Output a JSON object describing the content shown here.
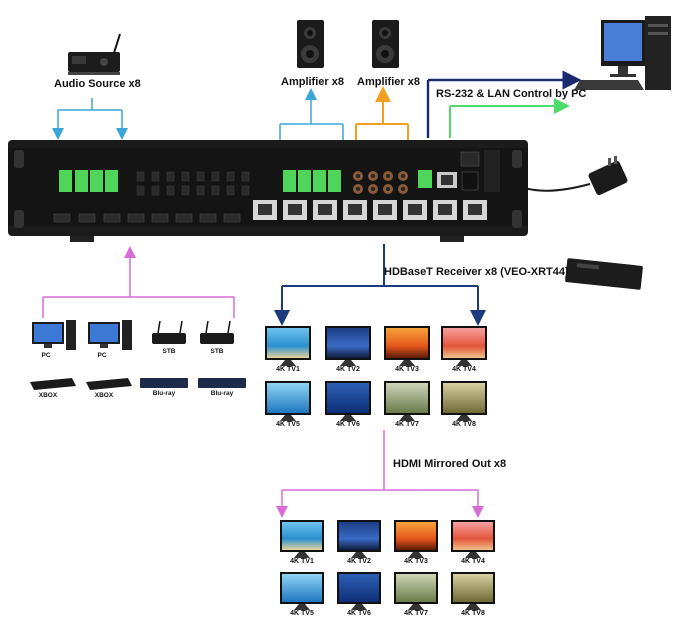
{
  "labels": {
    "audio_source": "Audio Source x8",
    "amplifier_1": "Amplifier x8",
    "amplifier_2": "Amplifier x8",
    "control": "RS-232 & LAN Control by PC",
    "hdbaset_receiver": "HDBaseT Receiver x8 (VEO-XRT44)",
    "hdmi_mirrored": "HDMI Mirrored Out x8"
  },
  "sources": {
    "row1": [
      "PC",
      "PC",
      "STB",
      "STB"
    ],
    "row2": [
      "XBOX",
      "XBOX",
      "Blu-ray",
      "Blu-ray"
    ]
  },
  "tvs_top": [
    "4K TV1",
    "4K TV2",
    "4K TV3",
    "4K TV4",
    "4K TV5",
    "4K TV6",
    "4K TV7",
    "4K TV8"
  ],
  "tvs_bottom": [
    "4K TV1",
    "4K TV2",
    "4K TV3",
    "4K TV4",
    "4K TV5",
    "4K TV6",
    "4K TV7",
    "4K TV8"
  ],
  "colors": {
    "audio_source_line": "#3aa6d8",
    "amplifier_audio_line": "#3aa6d8",
    "amplifier_spdif_line": "#f0a020",
    "control_rs232_line": "#1a2a6c",
    "control_lan_line": "#4ddc6a",
    "source_line": "#d86bd8",
    "hdbaset_line": "#1a3a7c",
    "mirror_line": "#d86bd8",
    "chassis": "#1b1b1b",
    "terminal_green": "#4fd65a"
  }
}
